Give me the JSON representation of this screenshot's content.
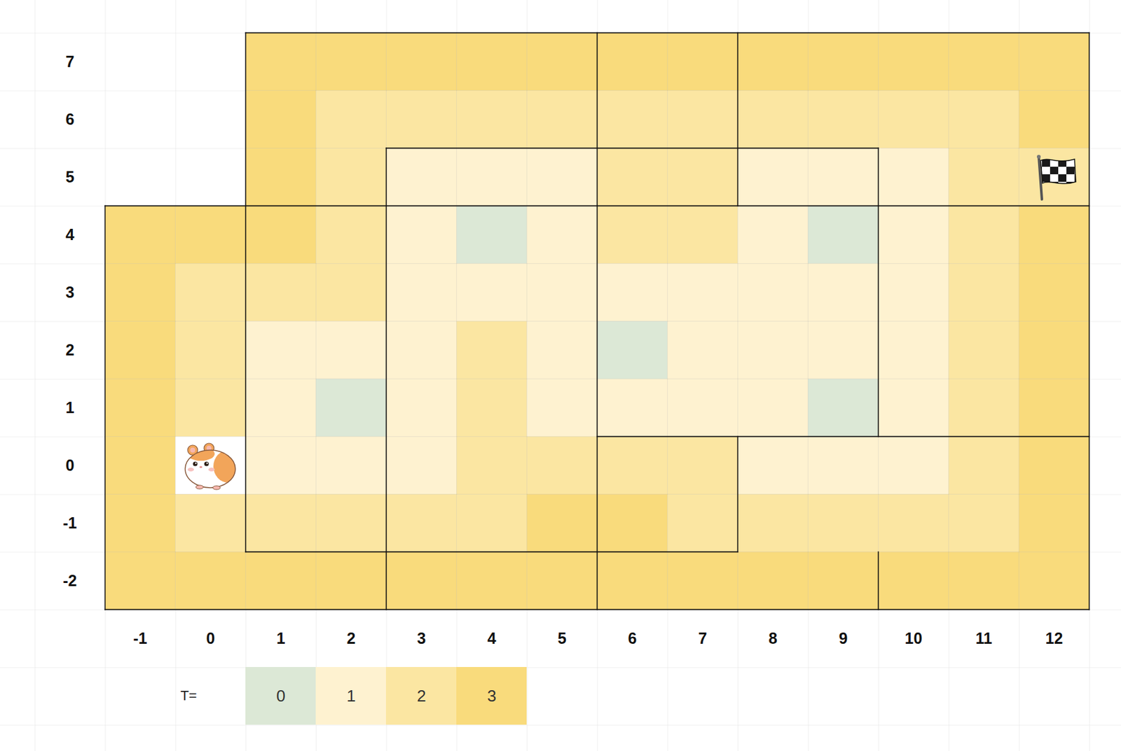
{
  "diagram": {
    "labels": [
      "7",
      "6",
      "5",
      "4",
      "3",
      "2",
      "1",
      "0",
      "-1",
      "-2",
      "-1",
      "0",
      "1",
      "2",
      "3",
      "4",
      "5",
      "6",
      "7",
      "8",
      "9",
      "10",
      "11",
      "12",
      "T="
    ],
    "legend": [
      {
        "text": "0",
        "color": "#dce8d6"
      },
      {
        "text": "1",
        "color": "#fef2d0"
      },
      {
        "text": "2",
        "color": "#fbe6a2"
      },
      {
        "text": "3",
        "color": "#f9db7c"
      }
    ]
  }
}
